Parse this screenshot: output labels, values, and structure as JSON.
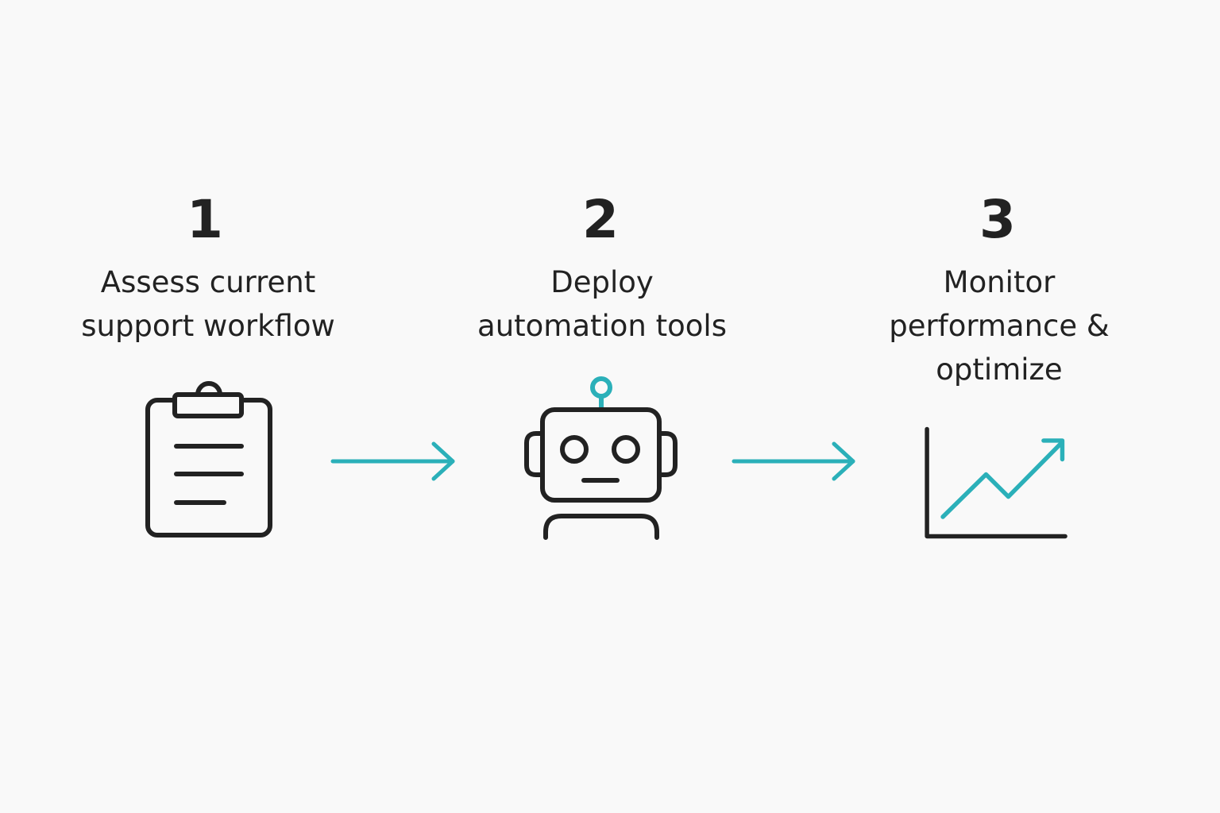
{
  "colors": {
    "ink": "#222222",
    "accent": "#2bb0b9",
    "background": "#f9f9f9"
  },
  "steps": [
    {
      "number": "1",
      "label_lines": [
        "Assess current",
        "support workflow"
      ],
      "icon": "clipboard-icon"
    },
    {
      "number": "2",
      "label_lines": [
        "Deploy",
        "automation tools"
      ],
      "icon": "robot-icon"
    },
    {
      "number": "3",
      "label_lines": [
        "Monitor",
        "performance &",
        "optimize"
      ],
      "icon": "line-chart-icon"
    }
  ],
  "connectors": [
    {
      "from": "1",
      "to": "2",
      "icon": "arrow-right-icon"
    },
    {
      "from": "2",
      "to": "3",
      "icon": "arrow-right-icon"
    }
  ]
}
